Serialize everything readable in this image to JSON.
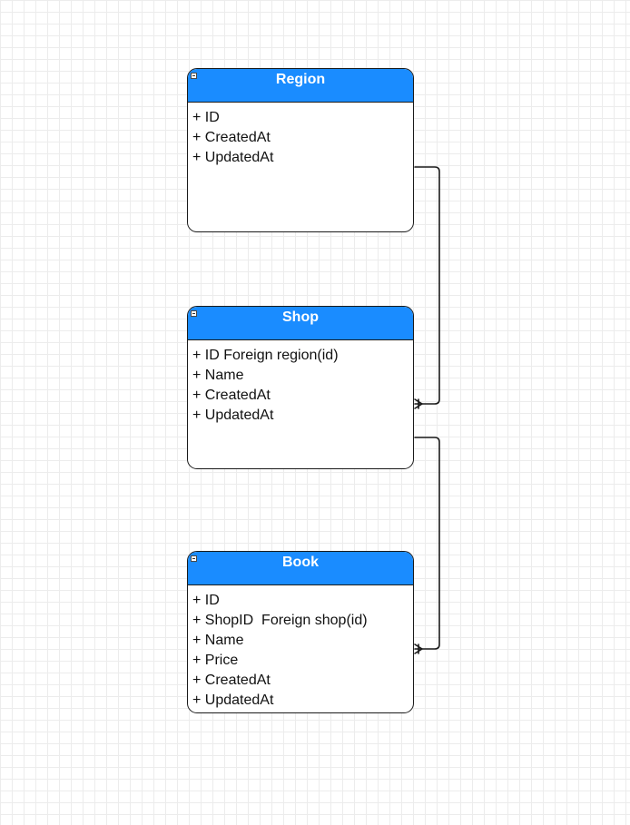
{
  "colors": {
    "header": "#1a8cff",
    "border": "#1a1a1a",
    "connector": "#1a1a1a"
  },
  "icons": {
    "collapse": "minus-box-icon"
  },
  "entities": [
    {
      "key": "region",
      "title": "Region",
      "fields": [
        "+ ID",
        "+ CreatedAt",
        "+ UpdatedAt"
      ]
    },
    {
      "key": "shop",
      "title": "Shop",
      "fields": [
        "+ ID Foreign region(id)",
        "+ Name",
        "+ CreatedAt",
        "+ UpdatedAt"
      ]
    },
    {
      "key": "book",
      "title": "Book",
      "fields": [
        "+ ID",
        "+ ShopID  Foreign shop(id)",
        "+ Name",
        "+ Price",
        "+ CreatedAt",
        "+ UpdatedAt"
      ]
    }
  ],
  "relations": [
    {
      "from": "region",
      "to": "shop",
      "from_cardinality": "one",
      "to_cardinality": "one-or-many"
    },
    {
      "from": "shop",
      "to": "book",
      "from_cardinality": "one",
      "to_cardinality": "one-or-many"
    }
  ]
}
